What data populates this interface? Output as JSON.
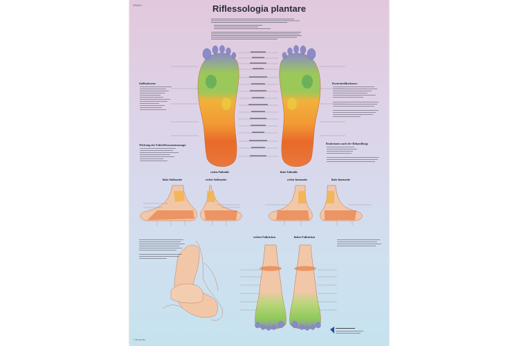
{
  "poster": {
    "code": "VR3413",
    "title": "Riflessologia plantare",
    "copyright": "© 3B Scientific"
  },
  "views": {
    "right_sole": "rechte Fußsohle",
    "left_sole": "linke Fußsohle",
    "left_outer": "linke Außenseite",
    "right_outer": "rechte Außenseite",
    "right_inner": "rechte Innenseite",
    "left_inner": "linke Innenseite",
    "right_dorsum": "rechter Fußrücken",
    "left_dorsum": "linker Fußrücken"
  },
  "sections": {
    "indications": "Indikationen:",
    "contraindications": "Kontraindikationen:",
    "effect": "Wirkung der Fußreflexzonenmassage:",
    "reactions": "Reaktionen nach der Behandlung:"
  },
  "colors": {
    "head_zone": "#8a8bc8",
    "chest_zone": "#9cc85a",
    "digestive_zone": "#f2b13c",
    "pelvic_zone": "#e86a2a",
    "skin": "#f1c7a8",
    "poster_top": "#e2c8dc",
    "poster_bottom": "#c6e2ef"
  }
}
